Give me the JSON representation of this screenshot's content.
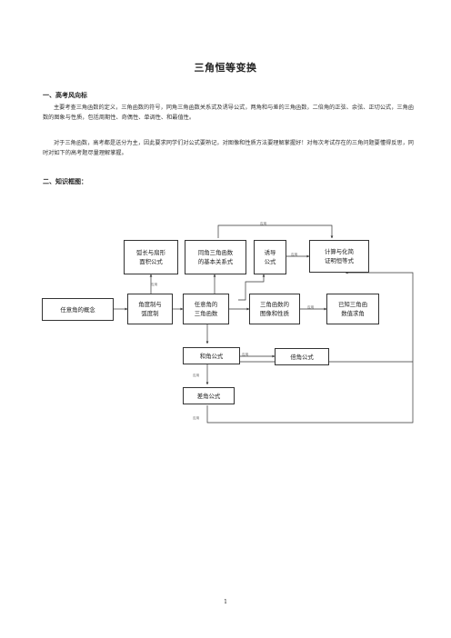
{
  "title": "三角恒等变换",
  "section1": {
    "heading": "一、高考风向标",
    "para1": "主要考查三角函数的定义，三角函数的符号，同角三角函数关系式及诱导公式，两角和与差的三角函数，二倍角的正弦、余弦、正切公式，三角函数的图象与性质，包括周期性、奇偶性、单调性、和最值性。",
    "para2": "对于三角函数，高考都是送分为主，因此要求同学们对公式要熟记，对图像和性质方法要理解掌握好！对每次考试存在的三角问题要懂得反思，同时对如下的高考题尽量理解掌握。"
  },
  "section2": {
    "heading": "二、知识框图："
  },
  "diagram": {
    "boxes": {
      "concept": "任意角的概念",
      "arc_l1": "弧长与扇形",
      "arc_l2": "面积公式",
      "deg_l1": "角度制与",
      "deg_l2": "弧度制",
      "same_l1": "同角三角函数",
      "same_l2": "的基本关系式",
      "any_l1": "任意角的",
      "any_l2": "三角函数",
      "ind_l1": "诱导",
      "ind_l2": "公式",
      "graph_l1": "三角函数的",
      "graph_l2": "图像和性质",
      "calc_l1": "计算与化简",
      "calc_l2": "证明恒等式",
      "known_l1": "已知三角函",
      "known_l2": "数值求角",
      "sum": "和角公式",
      "double": "倍角公式",
      "diff": "差角公式"
    },
    "label": "应用"
  },
  "page_number": "1"
}
